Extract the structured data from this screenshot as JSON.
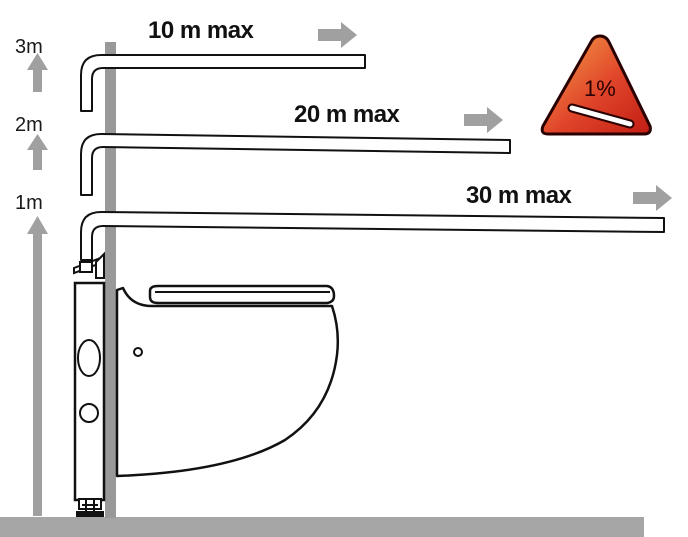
{
  "height_markers": [
    {
      "label": "1m"
    },
    {
      "label": "2m"
    },
    {
      "label": "3m"
    }
  ],
  "pipe_runs": [
    {
      "label": "10 m max"
    },
    {
      "label": "20 m max"
    },
    {
      "label": "30 m max"
    }
  ],
  "slope_warning": {
    "label": "1%",
    "icon": "slope-warning-icon"
  },
  "colors": {
    "wall": "#999999",
    "arrow": "#a0a0a0",
    "floor": "#a6a6a6",
    "warning_red": "#d92b1f",
    "warning_orange": "#f08a3a"
  }
}
